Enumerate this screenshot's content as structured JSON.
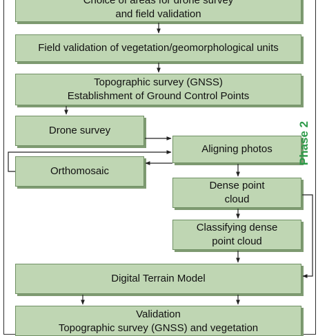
{
  "flowchart": {
    "phase_label": "Phase 2",
    "boxes": {
      "choice_of_areas": "Choice of areas for drone survey\nand field validation",
      "field_validation": "Field validation of vegetation/geomorphological units",
      "topographic_survey": "Topographic survey (GNSS)\nEstablishment of Ground Control Points",
      "drone_survey": "Drone survey",
      "aligning_photos": "Aligning photos",
      "orthomosaic": "Orthomosaic",
      "dense_point_cloud": "Dense point\ncloud",
      "classifying_dense_point_cloud": "Classifying dense\npoint cloud",
      "digital_terrain_model": "Digital Terrain Model",
      "validation": "Validation\nTopographic survey (GNSS) and vegetation"
    }
  },
  "colors": {
    "box_fill": "#bfd6b3",
    "box_border": "#6f8f63",
    "box_shadow": "#7f9b72",
    "phase_text": "#2e9b4a",
    "arrow": "#222222"
  }
}
